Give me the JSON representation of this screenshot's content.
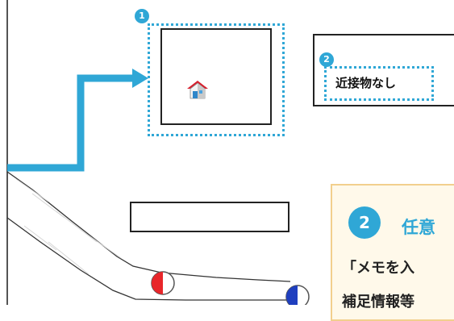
{
  "callouts": {
    "one": {
      "number": "1"
    },
    "two": {
      "number": "2",
      "label": "近接物なし"
    }
  },
  "panel": {
    "number": "2",
    "title": "任意",
    "line1": "「メモを入",
    "line2": "補足情報等"
  },
  "colors": {
    "accent": "#2fa7d6",
    "panel_border": "#f2cf8d",
    "panel_bg": "#fff9ea",
    "marker_red": "#e8262a",
    "marker_blue": "#1f3fbf"
  },
  "icons": [
    "house-icon",
    "arrow-right-icon",
    "arrow-left-icon",
    "red-half-circle-marker",
    "blue-half-circle-marker"
  ]
}
